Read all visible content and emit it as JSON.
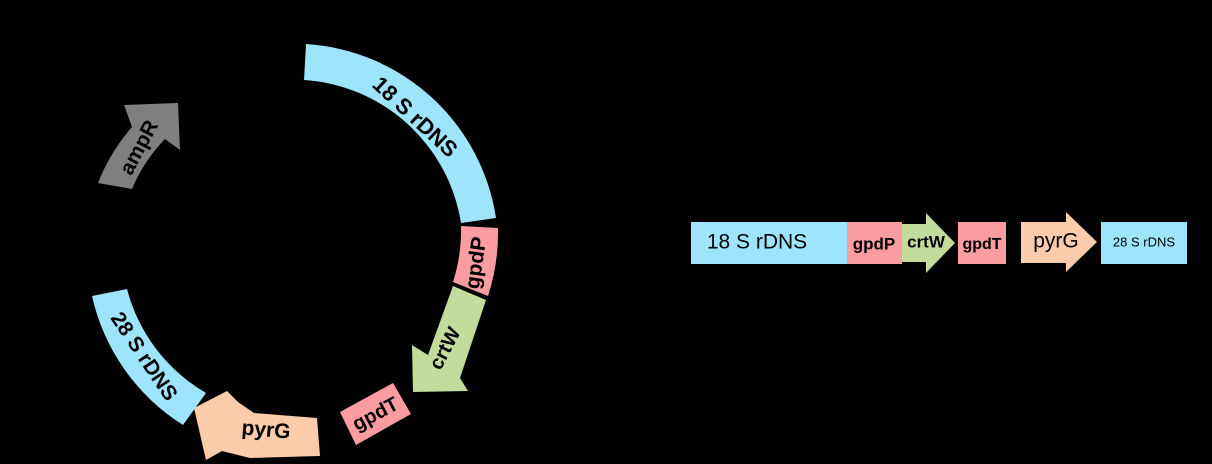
{
  "colors": {
    "background": "#000000",
    "rdns": "#9ee4fb",
    "gpd": "#fb9da0",
    "crtw": "#c3dc9c",
    "pyrg": "#fccbaa",
    "ampr": "#7f7f7f",
    "label": "#000000"
  },
  "plasmid": {
    "rdns18": "18 S rDNS",
    "gpdP": "gpdP",
    "crtW": "crtW",
    "gpdT": "gpdT",
    "pyrG": "pyrG",
    "rdns28": "28 S rDNS",
    "ampR": "ampR"
  },
  "linear": {
    "rdns18": "18 S rDNS",
    "gpdP": "gpdP",
    "crtW": "crtW",
    "gpdT": "gpdT",
    "pyrG": "pyrG",
    "rdns28": "28 S rDNS"
  }
}
